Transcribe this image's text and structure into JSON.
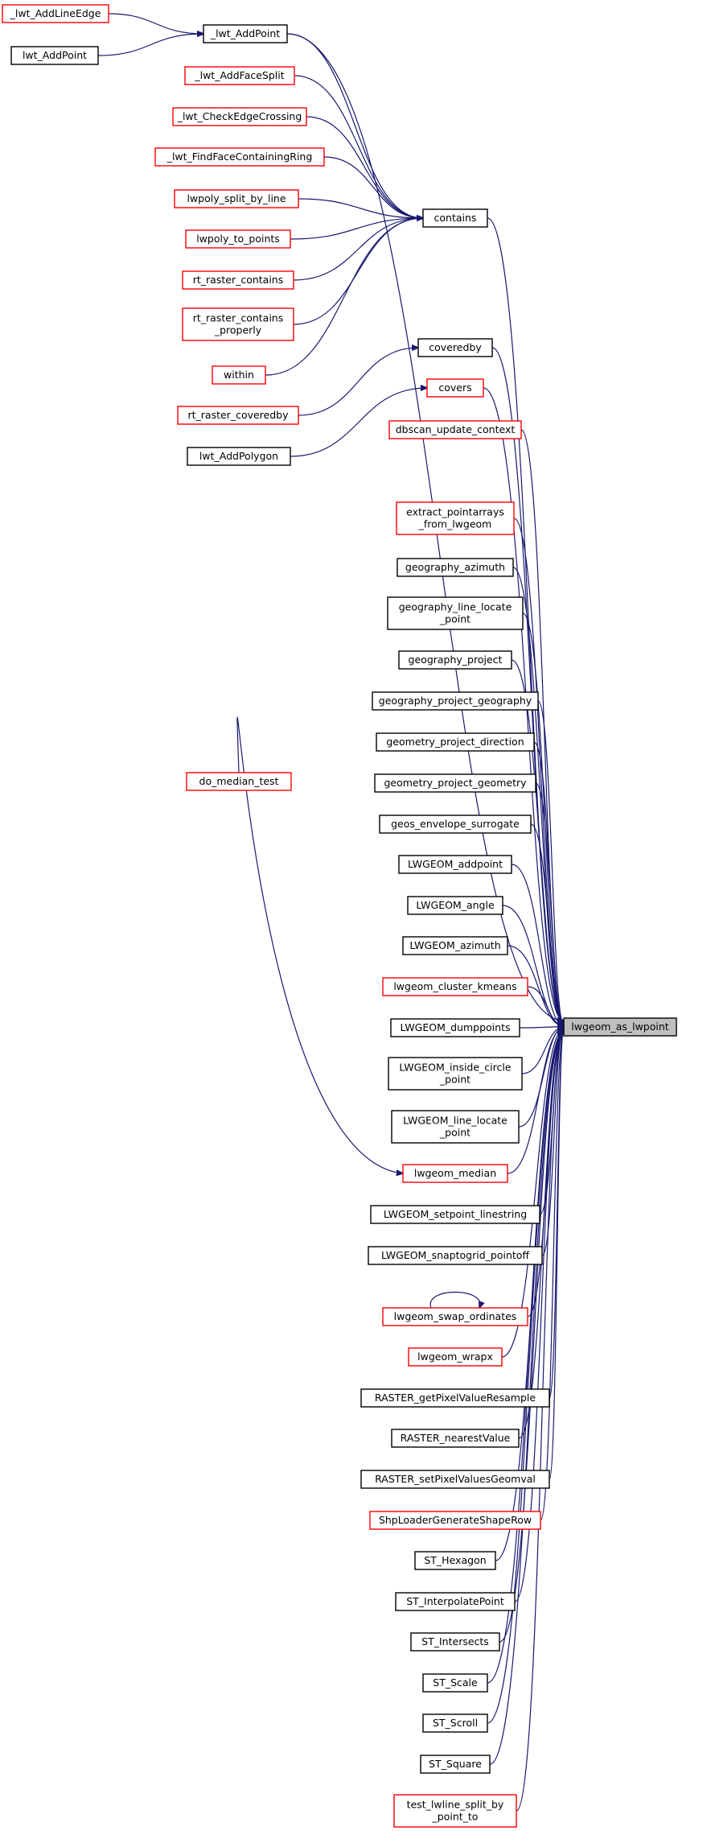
{
  "target": {
    "label": "lwgeom_as_lwpoint"
  },
  "nodes": [
    {
      "id": "lwt_addlineedge",
      "lines": [
        "_lwt_AddLineEdge"
      ],
      "border": "red"
    },
    {
      "id": "lwt_addpoint_pub",
      "lines": [
        "lwt_AddPoint"
      ],
      "border": "black"
    },
    {
      "id": "lwt_addpoint_priv",
      "lines": [
        "_lwt_AddPoint"
      ],
      "border": "black"
    },
    {
      "id": "lwt_addfacesplit",
      "lines": [
        "_lwt_AddFaceSplit"
      ],
      "border": "red"
    },
    {
      "id": "lwt_checkedgecrossing",
      "lines": [
        "_lwt_CheckEdgeCrossing"
      ],
      "border": "red"
    },
    {
      "id": "lwt_findfacecontainingring",
      "lines": [
        "_lwt_FindFaceContainingRing"
      ],
      "border": "red"
    },
    {
      "id": "lwpoly_split_by_line",
      "lines": [
        "lwpoly_split_by_line"
      ],
      "border": "red"
    },
    {
      "id": "lwpoly_to_points",
      "lines": [
        "lwpoly_to_points"
      ],
      "border": "red"
    },
    {
      "id": "rt_raster_contains",
      "lines": [
        "rt_raster_contains"
      ],
      "border": "red"
    },
    {
      "id": "rt_raster_contains_properly",
      "lines": [
        "rt_raster_contains",
        "_properly"
      ],
      "border": "red"
    },
    {
      "id": "within",
      "lines": [
        "within"
      ],
      "border": "red"
    },
    {
      "id": "rt_raster_coveredby",
      "lines": [
        "rt_raster_coveredby"
      ],
      "border": "red"
    },
    {
      "id": "lwt_addpolygon",
      "lines": [
        "lwt_AddPolygon"
      ],
      "border": "black"
    },
    {
      "id": "contains",
      "lines": [
        "contains"
      ],
      "border": "black"
    },
    {
      "id": "coveredby",
      "lines": [
        "coveredby"
      ],
      "border": "black"
    },
    {
      "id": "covers",
      "lines": [
        "covers"
      ],
      "border": "red"
    },
    {
      "id": "dbscan_update_context",
      "lines": [
        "dbscan_update_context"
      ],
      "border": "red"
    },
    {
      "id": "do_median_test",
      "lines": [
        "do_median_test"
      ],
      "border": "red"
    },
    {
      "id": "extract_pointarrays",
      "lines": [
        "extract_pointarrays",
        "_from_lwgeom"
      ],
      "border": "red"
    },
    {
      "id": "geography_azimuth",
      "lines": [
        "geography_azimuth"
      ],
      "border": "black"
    },
    {
      "id": "geography_line_locate_point",
      "lines": [
        "geography_line_locate",
        "_point"
      ],
      "border": "black"
    },
    {
      "id": "geography_project",
      "lines": [
        "geography_project"
      ],
      "border": "black"
    },
    {
      "id": "geography_project_geography",
      "lines": [
        "geography_project_geography"
      ],
      "border": "black"
    },
    {
      "id": "geometry_project_direction",
      "lines": [
        "geometry_project_direction"
      ],
      "border": "black"
    },
    {
      "id": "geometry_project_geometry",
      "lines": [
        "geometry_project_geometry"
      ],
      "border": "black"
    },
    {
      "id": "geos_envelope_surrogate",
      "lines": [
        "geos_envelope_surrogate"
      ],
      "border": "black"
    },
    {
      "id": "lwgeom_addpoint",
      "lines": [
        "LWGEOM_addpoint"
      ],
      "border": "black"
    },
    {
      "id": "lwgeom_angle",
      "lines": [
        "LWGEOM_angle"
      ],
      "border": "black"
    },
    {
      "id": "lwgeom_azimuth",
      "lines": [
        "LWGEOM_azimuth"
      ],
      "border": "black"
    },
    {
      "id": "lwgeom_cluster_kmeans",
      "lines": [
        "lwgeom_cluster_kmeans"
      ],
      "border": "red"
    },
    {
      "id": "lwgeom_dumppoints",
      "lines": [
        "LWGEOM_dumppoints"
      ],
      "border": "black"
    },
    {
      "id": "lwgeom_inside_circle_point",
      "lines": [
        "LWGEOM_inside_circle",
        "_point"
      ],
      "border": "black"
    },
    {
      "id": "lwgeom_line_locate_point",
      "lines": [
        "LWGEOM_line_locate",
        "_point"
      ],
      "border": "black"
    },
    {
      "id": "lwgeom_median",
      "lines": [
        "lwgeom_median"
      ],
      "border": "red"
    },
    {
      "id": "lwgeom_setpoint_linestring",
      "lines": [
        "LWGEOM_setpoint_linestring"
      ],
      "border": "black"
    },
    {
      "id": "lwgeom_snaptogrid_pointoff",
      "lines": [
        "LWGEOM_snaptogrid_pointoff"
      ],
      "border": "black"
    },
    {
      "id": "lwgeom_swap_ordinates",
      "lines": [
        "lwgeom_swap_ordinates"
      ],
      "border": "red"
    },
    {
      "id": "lwgeom_wrapx",
      "lines": [
        "lwgeom_wrapx"
      ],
      "border": "red"
    },
    {
      "id": "raster_getpixelvalueresample",
      "lines": [
        "RASTER_getPixelValueResample"
      ],
      "border": "black"
    },
    {
      "id": "raster_nearestvalue",
      "lines": [
        "RASTER_nearestValue"
      ],
      "border": "black"
    },
    {
      "id": "raster_setpixelvaluesgeomval",
      "lines": [
        "RASTER_setPixelValuesGeomval"
      ],
      "border": "black"
    },
    {
      "id": "shploadergenerateshaperow",
      "lines": [
        "ShpLoaderGenerateShapeRow"
      ],
      "border": "red"
    },
    {
      "id": "st_hexagon",
      "lines": [
        "ST_Hexagon"
      ],
      "border": "black"
    },
    {
      "id": "st_interpolatepoint",
      "lines": [
        "ST_InterpolatePoint"
      ],
      "border": "black"
    },
    {
      "id": "st_intersects",
      "lines": [
        "ST_Intersects"
      ],
      "border": "black"
    },
    {
      "id": "st_scale",
      "lines": [
        "ST_Scale"
      ],
      "border": "black"
    },
    {
      "id": "st_scroll",
      "lines": [
        "ST_Scroll"
      ],
      "border": "black"
    },
    {
      "id": "st_square",
      "lines": [
        "ST_Square"
      ],
      "border": "black"
    },
    {
      "id": "test_lwline_split_by_point_to",
      "lines": [
        "test_lwline_split_by",
        "_point_to"
      ],
      "border": "red"
    }
  ],
  "edges": [
    {
      "from": "lwt_addlineedge",
      "to": "lwt_addpoint_priv"
    },
    {
      "from": "lwt_addpoint_pub",
      "to": "lwt_addpoint_priv"
    },
    {
      "from": "lwt_addpoint_priv",
      "to": "contains"
    },
    {
      "from": "lwt_addpoint_priv",
      "to": "target"
    },
    {
      "from": "lwt_addfacesplit",
      "to": "contains"
    },
    {
      "from": "lwt_checkedgecrossing",
      "to": "contains"
    },
    {
      "from": "lwt_findfacecontainingring",
      "to": "contains"
    },
    {
      "from": "lwpoly_split_by_line",
      "to": "contains"
    },
    {
      "from": "lwpoly_to_points",
      "to": "contains"
    },
    {
      "from": "rt_raster_contains",
      "to": "contains"
    },
    {
      "from": "rt_raster_contains_properly",
      "to": "contains"
    },
    {
      "from": "within",
      "to": "contains"
    },
    {
      "from": "rt_raster_coveredby",
      "to": "coveredby"
    },
    {
      "from": "lwt_addpolygon",
      "to": "covers"
    },
    {
      "from": "contains",
      "to": "target"
    },
    {
      "from": "coveredby",
      "to": "target"
    },
    {
      "from": "covers",
      "to": "target"
    },
    {
      "from": "dbscan_update_context",
      "to": "target"
    },
    {
      "from": "do_median_test",
      "to": "lwgeom_median"
    },
    {
      "from": "extract_pointarrays",
      "to": "target"
    },
    {
      "from": "geography_azimuth",
      "to": "target"
    },
    {
      "from": "geography_line_locate_point",
      "to": "target"
    },
    {
      "from": "geography_project",
      "to": "target"
    },
    {
      "from": "geography_project_geography",
      "to": "target"
    },
    {
      "from": "geometry_project_direction",
      "to": "target"
    },
    {
      "from": "geometry_project_geometry",
      "to": "target"
    },
    {
      "from": "geos_envelope_surrogate",
      "to": "target"
    },
    {
      "from": "lwgeom_addpoint",
      "to": "target"
    },
    {
      "from": "lwgeom_angle",
      "to": "target"
    },
    {
      "from": "lwgeom_azimuth",
      "to": "target"
    },
    {
      "from": "lwgeom_cluster_kmeans",
      "to": "target"
    },
    {
      "from": "lwgeom_dumppoints",
      "to": "target"
    },
    {
      "from": "lwgeom_inside_circle_point",
      "to": "target"
    },
    {
      "from": "lwgeom_line_locate_point",
      "to": "target"
    },
    {
      "from": "lwgeom_median",
      "to": "target"
    },
    {
      "from": "lwgeom_setpoint_linestring",
      "to": "target"
    },
    {
      "from": "lwgeom_snaptogrid_pointoff",
      "to": "target"
    },
    {
      "from": "lwgeom_swap_ordinates",
      "to": "lwgeom_swap_ordinates"
    },
    {
      "from": "lwgeom_swap_ordinates",
      "to": "target"
    },
    {
      "from": "lwgeom_wrapx",
      "to": "target"
    },
    {
      "from": "raster_getpixelvalueresample",
      "to": "target"
    },
    {
      "from": "raster_nearestvalue",
      "to": "target"
    },
    {
      "from": "raster_setpixelvaluesgeomval",
      "to": "target"
    },
    {
      "from": "shploadergenerateshaperow",
      "to": "target"
    },
    {
      "from": "st_hexagon",
      "to": "target"
    },
    {
      "from": "st_interpolatepoint",
      "to": "target"
    },
    {
      "from": "st_intersects",
      "to": "target"
    },
    {
      "from": "st_scale",
      "to": "target"
    },
    {
      "from": "st_scroll",
      "to": "target"
    },
    {
      "from": "st_square",
      "to": "target"
    },
    {
      "from": "test_lwline_split_by_point_to",
      "to": "target"
    }
  ]
}
